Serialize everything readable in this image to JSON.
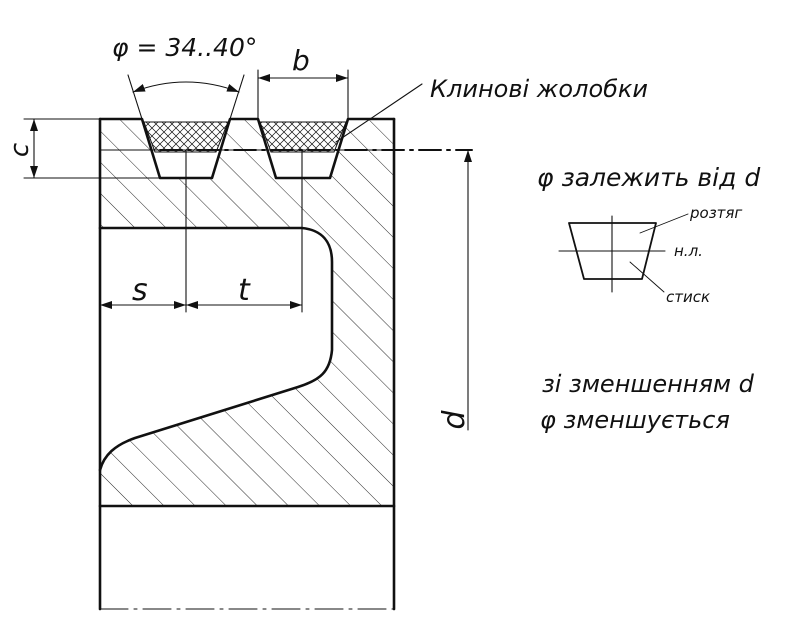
{
  "labels": {
    "phi_angle": "φ = 34..40°",
    "b": "b",
    "c": "c",
    "grooves": "Клинові жолобки",
    "phi_depends": "φ залежить від d",
    "s": "s",
    "t": "t",
    "d": "d",
    "tension": "розтяг",
    "neutral_line": "н.л.",
    "compression": "стиск",
    "note_line1": "зі зменшенням d",
    "note_line2": "φ зменшується"
  }
}
